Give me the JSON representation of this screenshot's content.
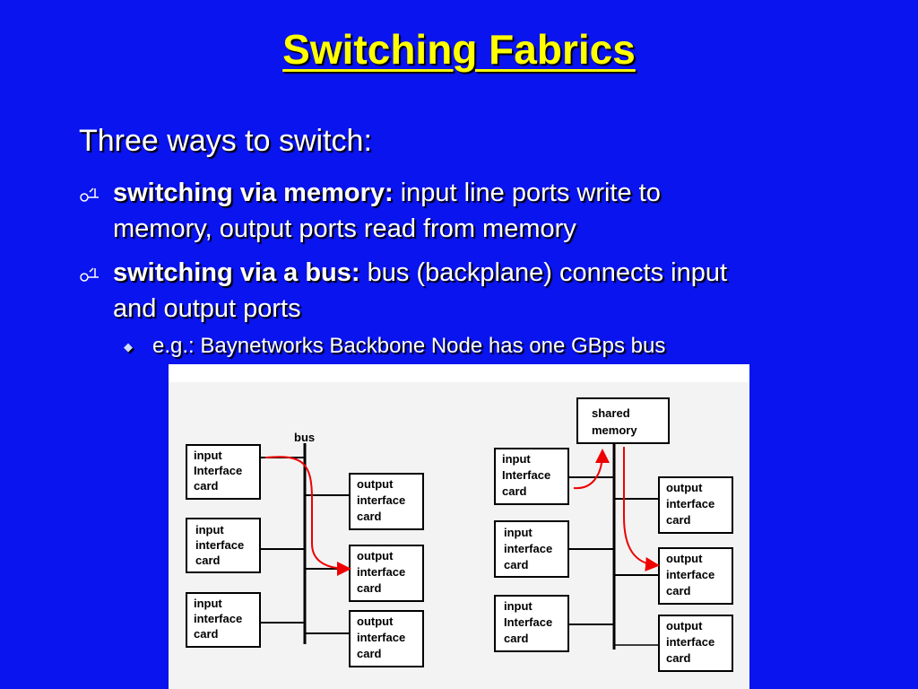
{
  "slide": {
    "title": "Switching Fabrics",
    "lead": "Three ways to switch:",
    "bullets": [
      {
        "strong": "switching via memory:",
        "text": " input line ports write to",
        "cont": "memory, output ports read from memory"
      },
      {
        "strong": "switching via a bus:",
        "text": " bus (backplane) connects input",
        "cont": "and output ports"
      }
    ],
    "sub_bullet": "e.g.: Baynetworks Backbone Node has  one GBps bus"
  },
  "figure": {
    "bus_label": "bus",
    "shared_memory": [
      "shared",
      "memory"
    ],
    "bus_inputs": [
      [
        "input",
        "Interface",
        "card"
      ],
      [
        "input",
        "interface",
        "card"
      ],
      [
        "input",
        "interface",
        "card"
      ]
    ],
    "bus_outputs": [
      [
        "output",
        "interface",
        "card"
      ],
      [
        "output",
        "interface",
        "card"
      ],
      [
        "output",
        "interface",
        "card"
      ]
    ],
    "mem_inputs": [
      [
        "input",
        "Interface",
        "card"
      ],
      [
        "input",
        "interface",
        "card"
      ],
      [
        "input",
        "Interface",
        "card"
      ]
    ],
    "mem_outputs": [
      [
        "output",
        "interface",
        "card"
      ],
      [
        "output",
        "interface",
        "card"
      ],
      [
        "output",
        "interface",
        "card"
      ]
    ]
  },
  "colors": {
    "background": "#0a14ee",
    "title": "#ffff00",
    "text": "#ffffff",
    "arrow": "#ee0000"
  }
}
